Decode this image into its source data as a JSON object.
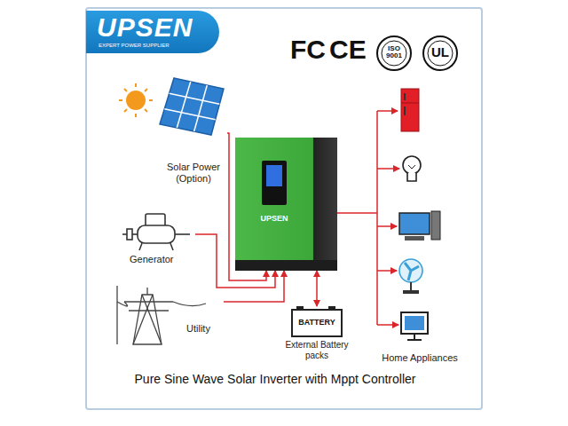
{
  "diagram": {
    "caption": "Pure Sine Wave Solar Inverter with Mppt Controller",
    "nodes": [
      {
        "text": [
          "UPSEN",
          "EXPERT POWER SUPPLIER"
        ]
      },
      {
        "text": [
          "Solar Power (Option)"
        ]
      },
      {
        "text": [
          "Generator"
        ]
      },
      {
        "text": [
          "Utility"
        ]
      },
      {
        "text": [
          "UPSEN"
        ]
      },
      {
        "text": [
          "BATTERY",
          "External Battery packs"
        ]
      },
      {
        "text": [
          "Home Appliances"
        ]
      }
    ],
    "edges": [
      {
        "from": 1,
        "to": 4,
        "arrow": "to"
      },
      {
        "from": 2,
        "to": 4,
        "arrow": "to"
      },
      {
        "from": 3,
        "to": 4,
        "arrow": "to"
      },
      {
        "from": 4,
        "to": 5,
        "arrow": "both"
      },
      {
        "from": 4,
        "to": 6,
        "arrow": "none"
      }
    ],
    "labels": [
      "FC",
      "CE",
      "ISO 9001",
      "UL"
    ]
  }
}
